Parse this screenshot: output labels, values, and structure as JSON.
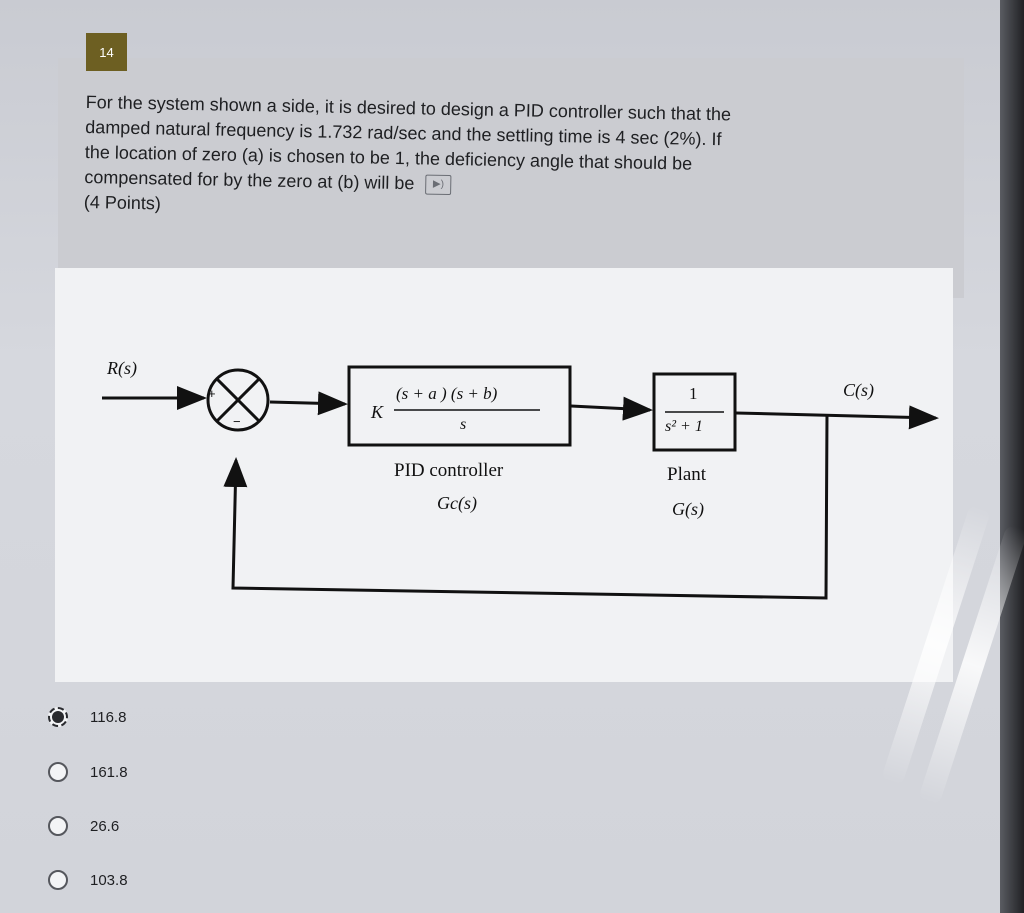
{
  "question": {
    "number": "14",
    "line1": "For the system shown a side, it is desired to design a PID controller such that the",
    "line2": "damped natural frequency is 1.732 rad/sec and the settling time is 4 sec (2%). If",
    "line3": "the location of zero (a) is chosen to be 1, the deficiency angle that should be",
    "line4": "compensated for by the zero at (b) will be",
    "points": "(4 Points)"
  },
  "diagram": {
    "input_label": "R(s)",
    "output_label": "C(s)",
    "sum_plus": "+",
    "sum_minus": "−",
    "controller": {
      "gain": "K",
      "numerator": "(s + a ) (s + b)",
      "denominator": "s",
      "name": "PID controller",
      "symbol": "Gc(s)"
    },
    "plant": {
      "numerator": "1",
      "denominator": "s² + 1",
      "name": "Plant",
      "symbol": "G(s)"
    }
  },
  "options": [
    {
      "label": "116.8",
      "selected": true
    },
    {
      "label": "161.8",
      "selected": false
    },
    {
      "label": "26.6",
      "selected": false
    },
    {
      "label": "103.8",
      "selected": false
    }
  ],
  "icons": {
    "speaker": "immersive-reader-icon"
  },
  "colors": {
    "number_badge": "#6d5f22",
    "diagram_bg": "#f1f2f4",
    "question_band": "#cbccd1"
  }
}
